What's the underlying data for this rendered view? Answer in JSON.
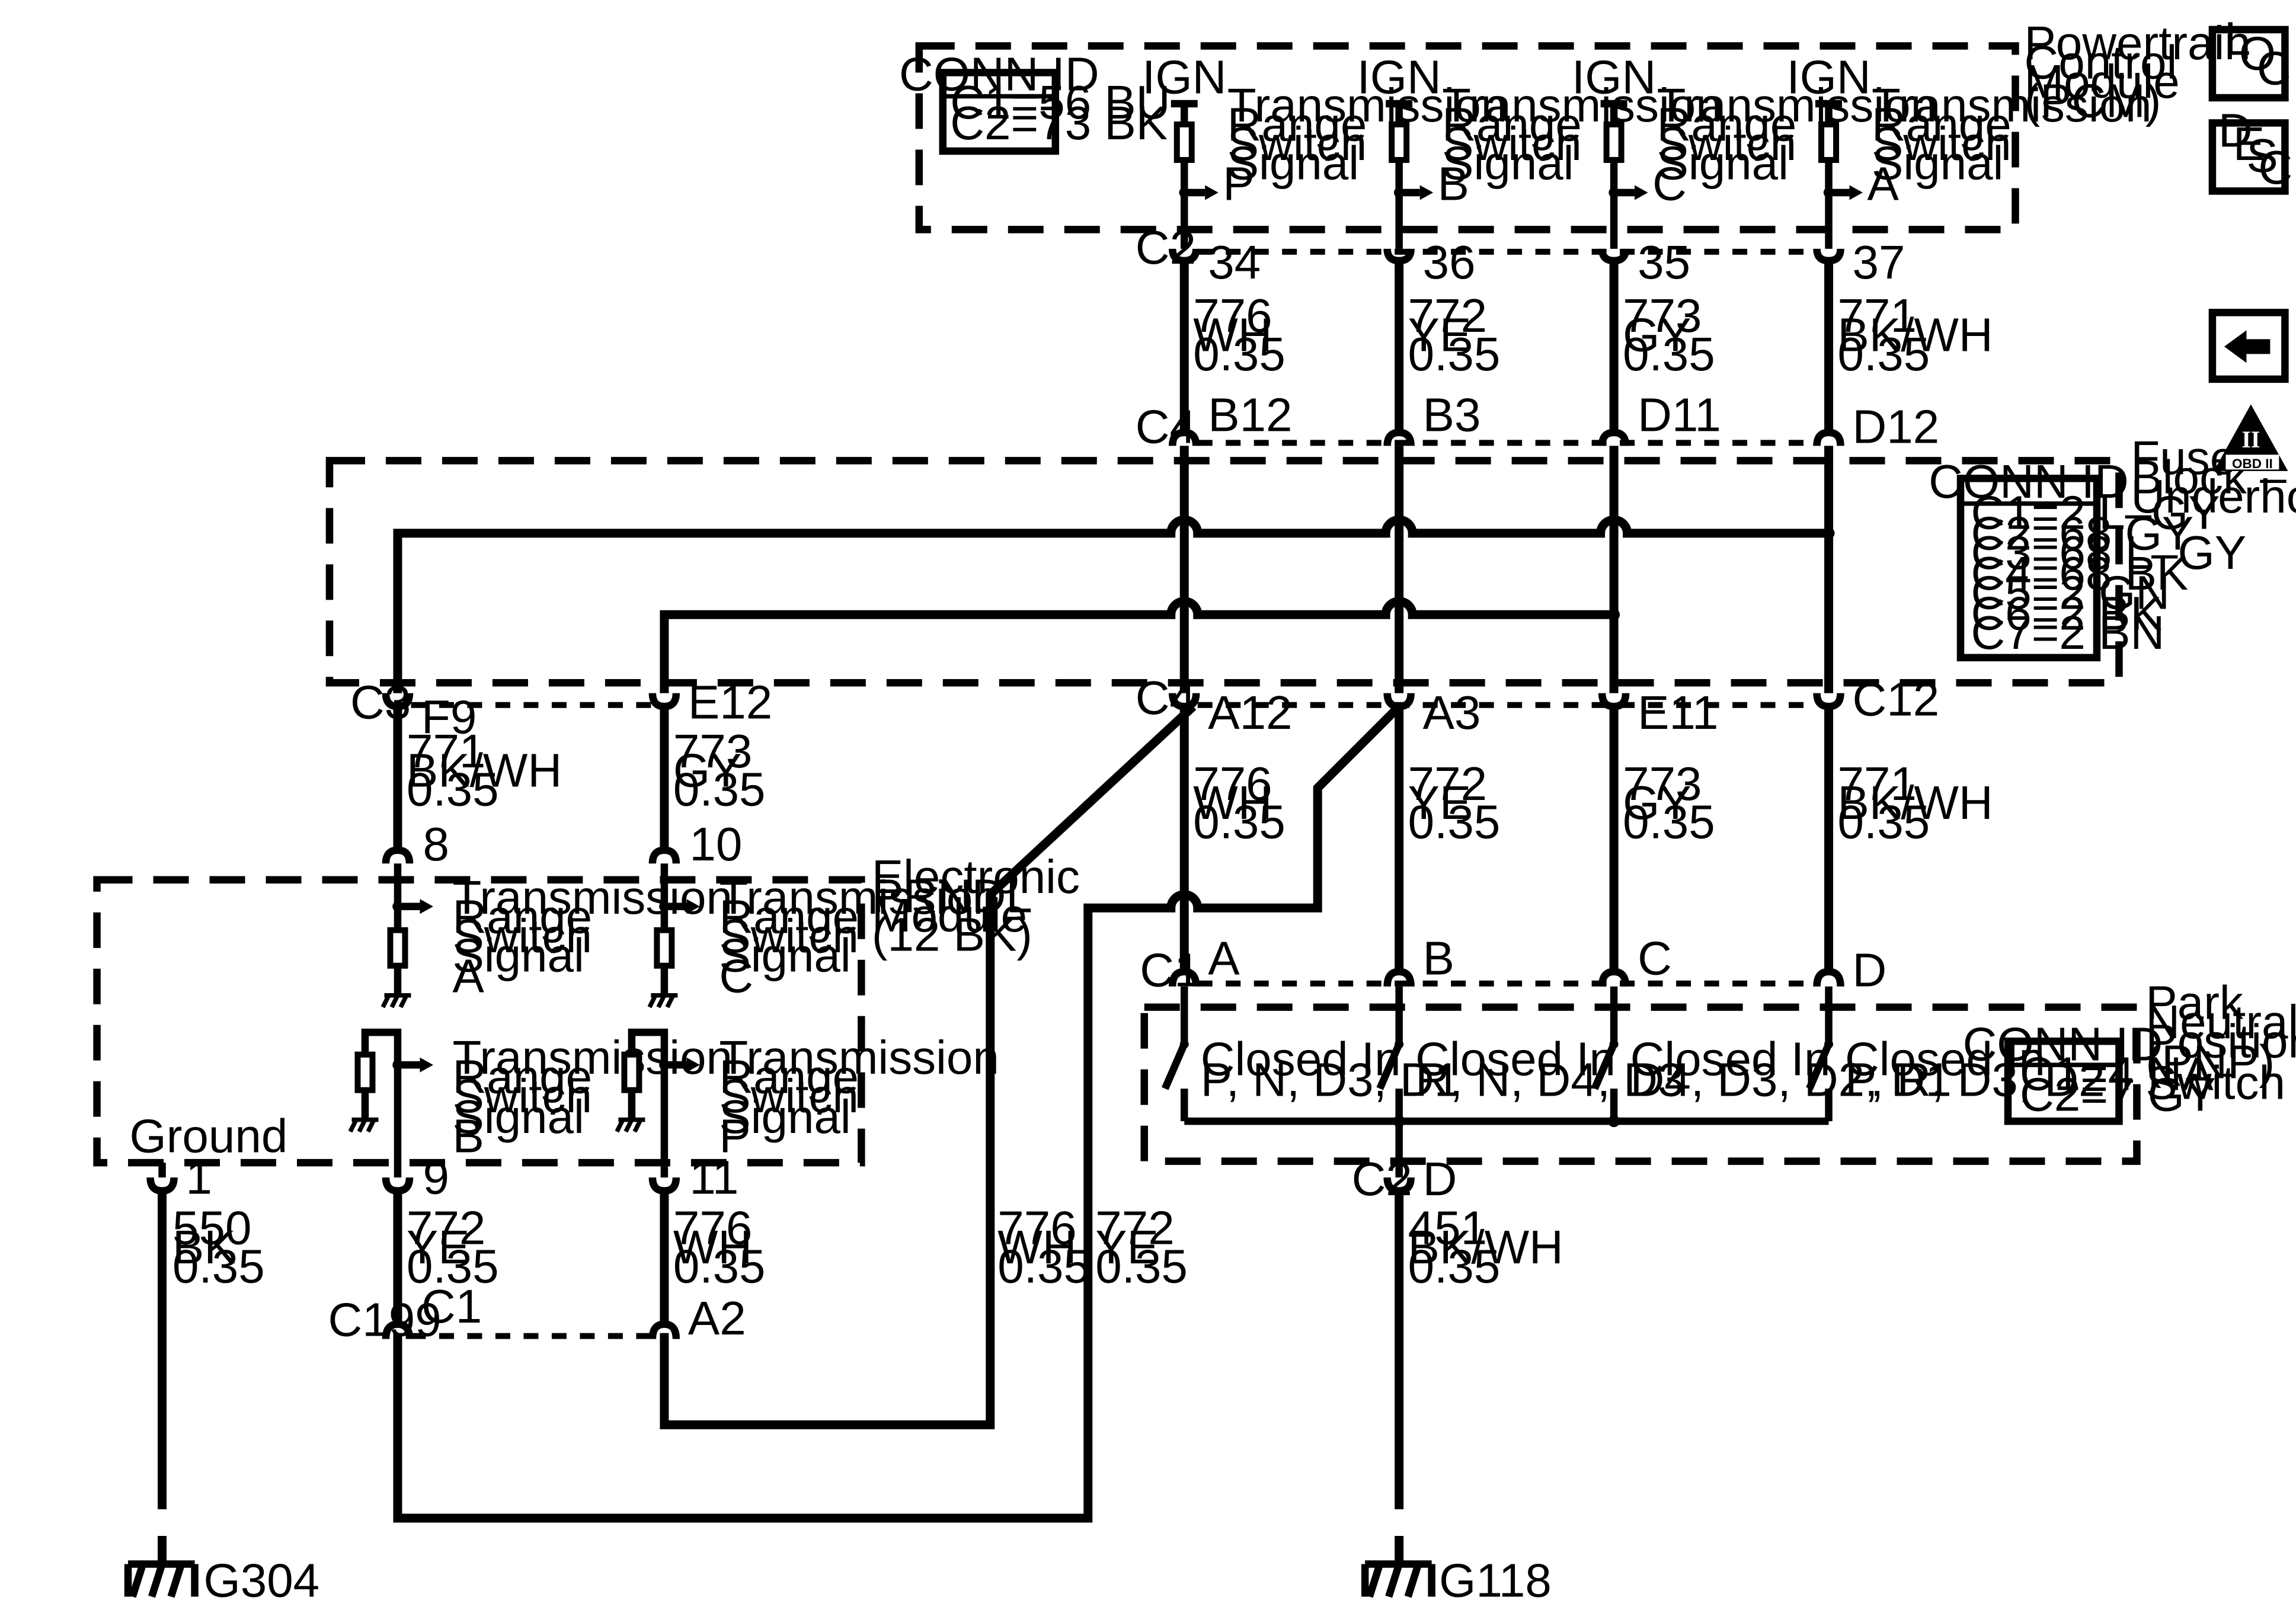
{
  "pcm": {
    "label_lines": [
      "Powertrain",
      "Control",
      "Module",
      "(PCM)"
    ],
    "conn_id": {
      "title": "CONN ID",
      "lines": [
        "C1=56 BU",
        "C2=73 BK"
      ]
    },
    "ign": "IGN",
    "signal_label": [
      "Transmission",
      "Range",
      "Switch",
      "Signal"
    ],
    "letters": [
      "P",
      "B",
      "C",
      "A"
    ],
    "connector": "C2",
    "pins": [
      "34",
      "36",
      "35",
      "37"
    ]
  },
  "wires_top": [
    {
      "circuit": "776",
      "color": "WH",
      "gauge": "0.35"
    },
    {
      "circuit": "772",
      "color": "YE",
      "gauge": "0.35"
    },
    {
      "circuit": "773",
      "color": "GY",
      "gauge": "0.35"
    },
    {
      "circuit": "771",
      "color": "BK/WH",
      "gauge": "0.35"
    }
  ],
  "fuse_block": {
    "label_lines": [
      "Fuse",
      "Block –",
      "Underhood"
    ],
    "conn_id": {
      "title": "CONN ID",
      "lines": [
        "C1=2 L–GY",
        "C2=68 GY",
        "C3=68 L–GY",
        "C4=68 BK",
        "C5=2 GN",
        "C6=2 BK",
        "C7=2 BN"
      ]
    },
    "top_connector": "C4",
    "top_pins": [
      "B12",
      "B3",
      "D11",
      "D12"
    ],
    "bottom_left_connector": "C3",
    "bottom_left_pins": [
      "F9",
      "E12"
    ],
    "bottom_right_connector": "C4",
    "bottom_right_pins": [
      "A12",
      "A3",
      "E11",
      "C12"
    ]
  },
  "wires_fuse_left": [
    {
      "circuit": "771",
      "color": "BK/WH",
      "gauge": "0.35"
    },
    {
      "circuit": "773",
      "color": "GY",
      "gauge": "0.35"
    }
  ],
  "wires_fuse_right": [
    {
      "circuit": "776",
      "color": "WH",
      "gauge": "0.35"
    },
    {
      "circuit": "772",
      "color": "YE",
      "gauge": "0.35"
    },
    {
      "circuit": "773",
      "color": "GY",
      "gauge": "0.35"
    },
    {
      "circuit": "771",
      "color": "BK/WH",
      "gauge": "0.35"
    }
  ],
  "prndl": {
    "label_lines": [
      "Electronic",
      "PRNDL",
      "Module",
      "(12 BK)"
    ],
    "top_pins": [
      "8",
      "10"
    ],
    "signal_label": [
      "Transmission",
      "Range",
      "Switch",
      "Signal"
    ],
    "top_letters": [
      "A",
      "C"
    ],
    "bottom_letters": [
      "B",
      "P"
    ],
    "ground_label": "Ground",
    "bottom_pins": [
      "1",
      "9",
      "11"
    ]
  },
  "wires_prndl_bottom": [
    {
      "circuit": "550",
      "color": "BK",
      "gauge": "0.35"
    },
    {
      "circuit": "772",
      "color": "YE",
      "gauge": "0.35"
    },
    {
      "circuit": "776",
      "color": "WH",
      "gauge": "0.35"
    }
  ],
  "wires_cross": [
    {
      "circuit": "776",
      "color": "WH",
      "gauge": "0.35"
    },
    {
      "circuit": "772",
      "color": "YE",
      "gauge": "0.35"
    }
  ],
  "c199": {
    "connector": "C199",
    "pins": [
      "C1",
      "A2"
    ]
  },
  "pnp": {
    "label_lines": [
      "Park",
      "Neutral",
      "Position",
      "(PNP)",
      "Switch"
    ],
    "conn_id": {
      "title": "CONN ID",
      "lines": [
        "C1=4 NA",
        "C2=7 GY"
      ]
    },
    "top_connector": "C1",
    "top_pins": [
      "A",
      "B",
      "C",
      "D"
    ],
    "switches": [
      {
        "closed": "Closed In",
        "positions": "P, N, D3, D1"
      },
      {
        "closed": "Closed In",
        "positions": "R, N, D4, D3"
      },
      {
        "closed": "Closed In",
        "positions": "D4, D3, D2, D1"
      },
      {
        "closed": "Closed In",
        "positions": "P, R, D3, D2"
      }
    ],
    "bottom_connector": "C2",
    "bottom_pin": "D"
  },
  "wire_pnp_ground": {
    "circuit": "451",
    "color": "BK/WH",
    "gauge": "0.35"
  },
  "grounds": [
    "G304",
    "G118"
  ],
  "side_icons": {
    "loc": [
      "L",
      "O",
      "C"
    ],
    "desc": [
      "D",
      "E",
      "S",
      "C"
    ],
    "obd": "OBD II",
    "obd_numeral": "II"
  }
}
